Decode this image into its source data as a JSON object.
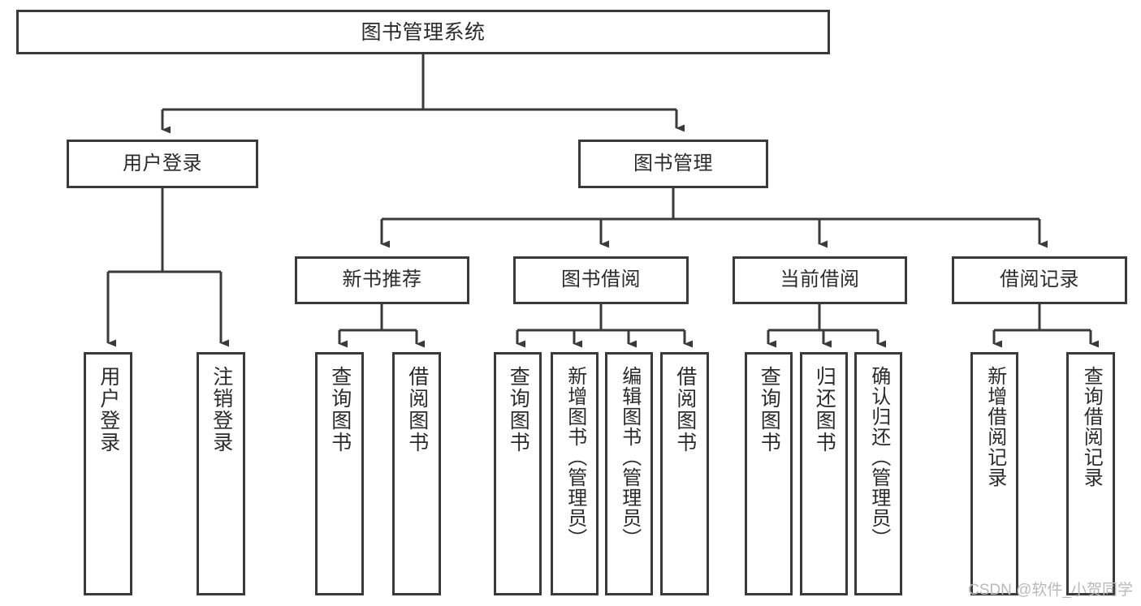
{
  "diagram": {
    "type": "tree-hierarchy-functional-decomposition",
    "title": "图书管理系统",
    "watermark": "CSDN @软件_小贺同学",
    "colors": {
      "box_border": "#3a3a3a",
      "box_fill": "#ffffff",
      "connector": "#3a3a3a",
      "text": "#2b2b2b",
      "watermark": "#b9b9b9"
    },
    "levels": {
      "root": "图书管理系统",
      "level1": [
        "用户登录",
        "图书管理"
      ],
      "level2": [
        "新书推荐",
        "图书借阅",
        "当前借阅",
        "借阅记录"
      ]
    }
  },
  "nodes": {
    "root": {
      "label": "图书管理系统"
    },
    "user_login": {
      "label": "用户登录"
    },
    "book_manage": {
      "label": "图书管理"
    },
    "new_book_rec": {
      "label": "新书推荐"
    },
    "book_borrow": {
      "label": "图书借阅"
    },
    "current_borrow": {
      "label": "当前借阅"
    },
    "borrow_record": {
      "label": "借阅记录"
    },
    "leaf_user_login": {
      "label": "用户登录"
    },
    "leaf_logout_login": {
      "label": "注销登录"
    },
    "leaf_query_book_1": {
      "label": "查询图书"
    },
    "leaf_borrow_book_1": {
      "label": "借阅图书"
    },
    "leaf_query_book_2": {
      "label": "查询图书"
    },
    "leaf_add_book_admin": {
      "label": "新增图书（管理员）"
    },
    "leaf_edit_book_admin": {
      "label": "编辑图书（管理员）"
    },
    "leaf_borrow_book_2": {
      "label": "借阅图书"
    },
    "leaf_query_book_3": {
      "label": "查询图书"
    },
    "leaf_return_book": {
      "label": "归还图书"
    },
    "leaf_confirm_return_admin": {
      "label": "确认归还（管理员）"
    },
    "leaf_add_borrow_record": {
      "label": "新增借阅记录"
    },
    "leaf_query_borrow_record": {
      "label": "查询借阅记录"
    }
  },
  "edges": [
    {
      "from": "root",
      "to": "user_login"
    },
    {
      "from": "root",
      "to": "book_manage"
    },
    {
      "from": "user_login",
      "to": "leaf_user_login"
    },
    {
      "from": "user_login",
      "to": "leaf_logout_login"
    },
    {
      "from": "book_manage",
      "to": "new_book_rec"
    },
    {
      "from": "book_manage",
      "to": "book_borrow"
    },
    {
      "from": "book_manage",
      "to": "current_borrow"
    },
    {
      "from": "book_manage",
      "to": "borrow_record"
    },
    {
      "from": "new_book_rec",
      "to": "leaf_query_book_1"
    },
    {
      "from": "new_book_rec",
      "to": "leaf_borrow_book_1"
    },
    {
      "from": "book_borrow",
      "to": "leaf_query_book_2"
    },
    {
      "from": "book_borrow",
      "to": "leaf_add_book_admin"
    },
    {
      "from": "book_borrow",
      "to": "leaf_edit_book_admin"
    },
    {
      "from": "book_borrow",
      "to": "leaf_borrow_book_2"
    },
    {
      "from": "current_borrow",
      "to": "leaf_query_book_3"
    },
    {
      "from": "current_borrow",
      "to": "leaf_return_book"
    },
    {
      "from": "current_borrow",
      "to": "leaf_confirm_return_admin"
    },
    {
      "from": "borrow_record",
      "to": "leaf_add_borrow_record"
    },
    {
      "from": "borrow_record",
      "to": "leaf_query_borrow_record"
    }
  ]
}
